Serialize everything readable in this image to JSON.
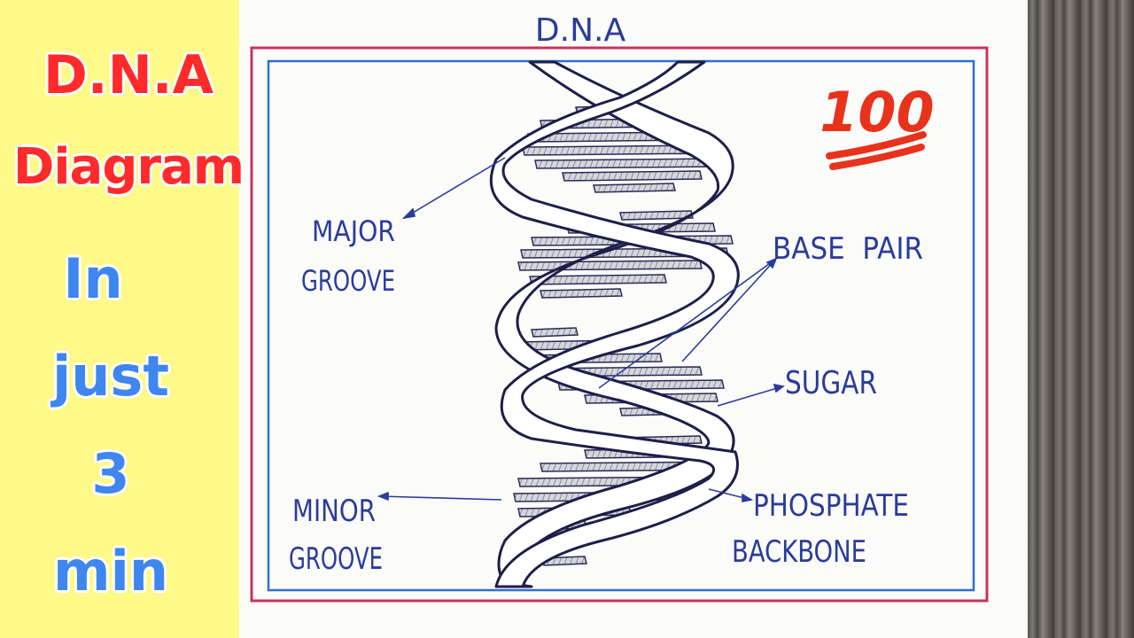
{
  "sidebar": {
    "title_line1": "D.N.A",
    "title_line2": "Diagram",
    "line_in": "In",
    "line_just": "just",
    "line_num": "3",
    "line_min": "min"
  },
  "sheet": {
    "heading": "D.N.A",
    "badge": "100",
    "labels": {
      "major_groove_1": "MAJOR",
      "major_groove_2": "GROOVE",
      "base_pair": "BASE  PAIR",
      "sugar": "SUGAR",
      "minor_groove_1": "MINOR",
      "minor_groove_2": "GROOVE",
      "phosphate_1": "PHOSPHATE",
      "phosphate_2": "BACKBONE"
    }
  },
  "colors": {
    "left_panel_bg": "#fff98a",
    "title_red": "#ff2a2a",
    "title_blue": "#3f86ee",
    "outer_border": "#c7335e",
    "inner_border": "#2f6fd0",
    "ink": "#2a3c9a",
    "badge_red": "#e8321c"
  },
  "icons": {
    "badge_icon": "hundred-points-emoji-icon"
  }
}
